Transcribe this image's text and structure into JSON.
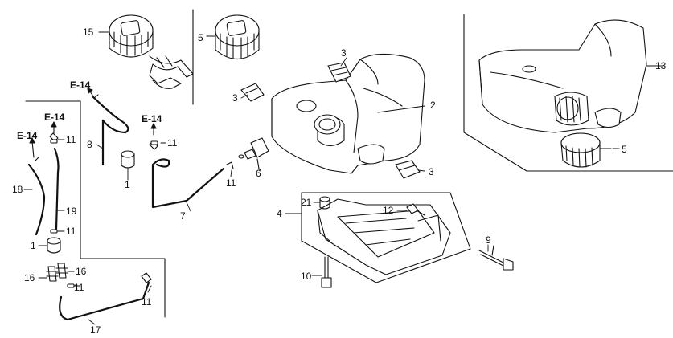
{
  "diagram": {
    "callouts": {
      "c15": "15",
      "c5a": "5",
      "c3a": "3",
      "c3b": "3",
      "c2": "2",
      "c13": "13",
      "c5b": "5",
      "c3c": "3",
      "c6": "6",
      "c11a": "11",
      "c11b": "11",
      "c11c": "11",
      "c11d": "11",
      "c11e": "11",
      "c11f": "11",
      "c8": "8",
      "c7": "7",
      "c1a": "1",
      "c1b": "1",
      "c18": "18",
      "c19": "19",
      "c16a": "16",
      "c16b": "16",
      "c17": "17",
      "c4": "4",
      "c21": "21",
      "c12": "12",
      "c9": "9",
      "c10": "10"
    },
    "references": {
      "e14a": "E-14",
      "e14b": "E-14",
      "e14c": "E-14",
      "e14d": "E-14"
    },
    "colors": {
      "line": "#111111",
      "fill": "#ffffff",
      "shade": "#dcdcdc"
    }
  }
}
